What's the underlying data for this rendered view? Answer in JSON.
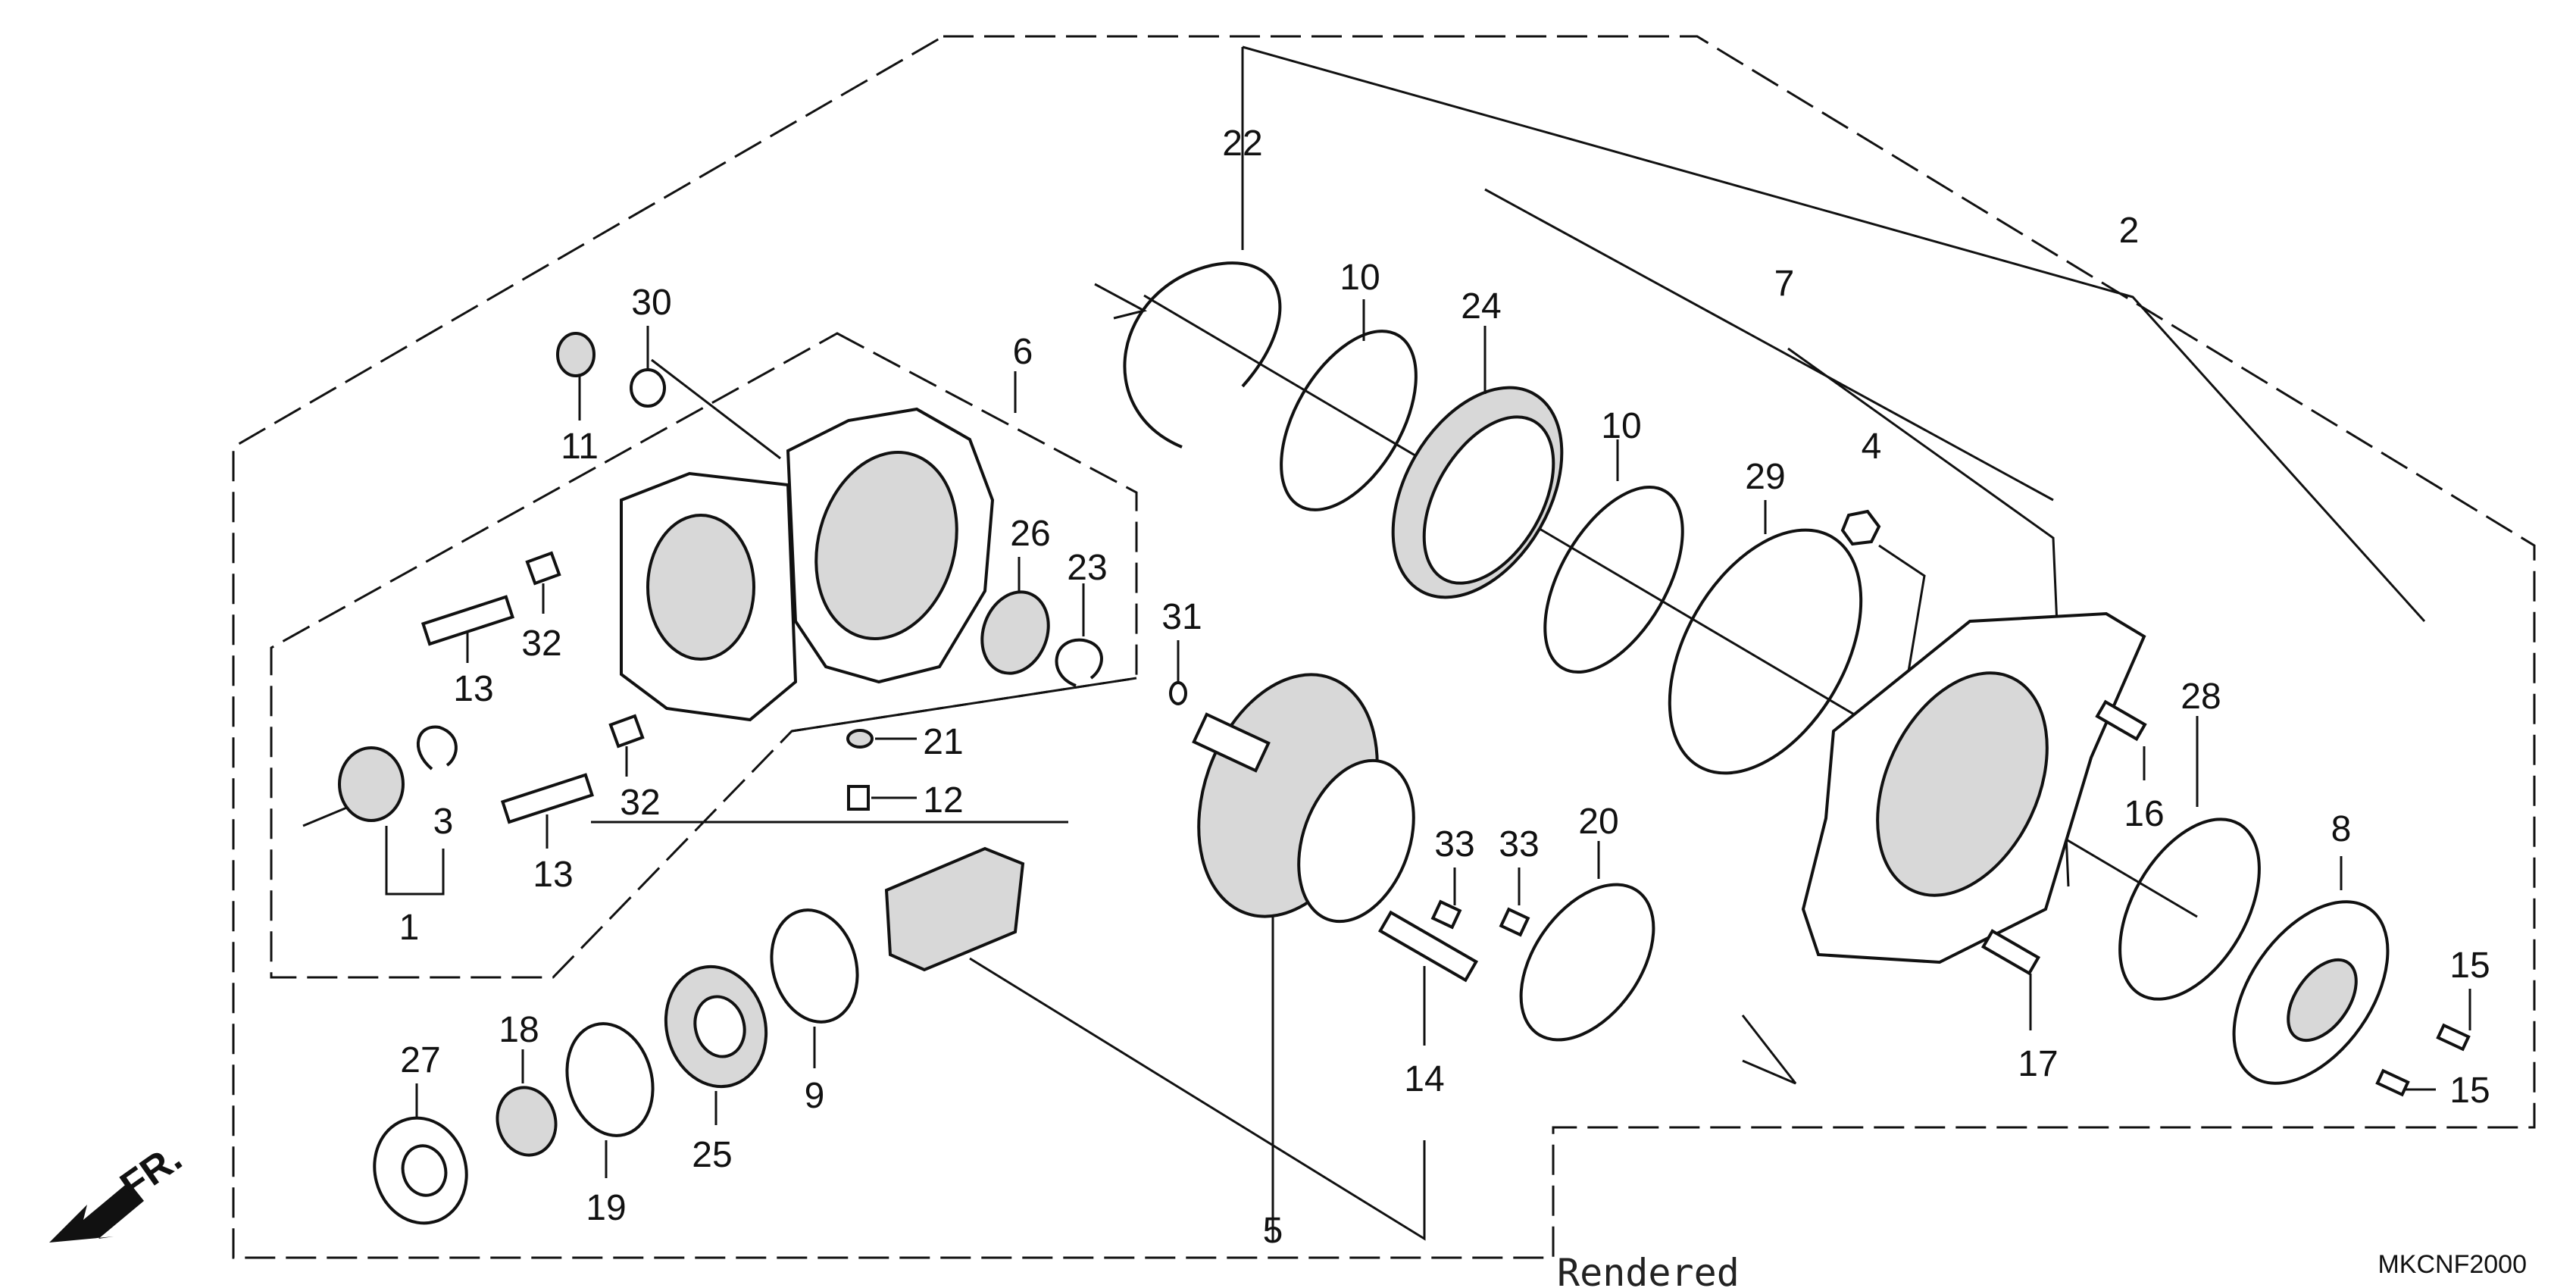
{
  "diagram": {
    "catalog_code": "MKCNF2000",
    "front_indicator": "FR.",
    "stamp_text": "Rendered",
    "callouts": [
      {
        "id": "c1",
        "text": "1"
      },
      {
        "id": "c2",
        "text": "2"
      },
      {
        "id": "c3",
        "text": "3"
      },
      {
        "id": "c4",
        "text": "4"
      },
      {
        "id": "c5",
        "text": "5"
      },
      {
        "id": "c6",
        "text": "6"
      },
      {
        "id": "c7",
        "text": "7"
      },
      {
        "id": "c8",
        "text": "8"
      },
      {
        "id": "c9",
        "text": "9"
      },
      {
        "id": "c10a",
        "text": "10"
      },
      {
        "id": "c10b",
        "text": "10"
      },
      {
        "id": "c11",
        "text": "11"
      },
      {
        "id": "c12",
        "text": "12"
      },
      {
        "id": "c13a",
        "text": "13"
      },
      {
        "id": "c13b",
        "text": "13"
      },
      {
        "id": "c14",
        "text": "14"
      },
      {
        "id": "c15a",
        "text": "15"
      },
      {
        "id": "c15b",
        "text": "15"
      },
      {
        "id": "c16",
        "text": "16"
      },
      {
        "id": "c17",
        "text": "17"
      },
      {
        "id": "c18",
        "text": "18"
      },
      {
        "id": "c19",
        "text": "19"
      },
      {
        "id": "c20",
        "text": "20"
      },
      {
        "id": "c21",
        "text": "21"
      },
      {
        "id": "c22",
        "text": "22"
      },
      {
        "id": "c23",
        "text": "23"
      },
      {
        "id": "c24",
        "text": "24"
      },
      {
        "id": "c25",
        "text": "25"
      },
      {
        "id": "c26",
        "text": "26"
      },
      {
        "id": "c27",
        "text": "27"
      },
      {
        "id": "c28",
        "text": "28"
      },
      {
        "id": "c29",
        "text": "29"
      },
      {
        "id": "c30",
        "text": "30"
      },
      {
        "id": "c31",
        "text": "31"
      },
      {
        "id": "c32a",
        "text": "32"
      },
      {
        "id": "c32b",
        "text": "32"
      },
      {
        "id": "c33a",
        "text": "33"
      },
      {
        "id": "c33b",
        "text": "33"
      }
    ]
  }
}
